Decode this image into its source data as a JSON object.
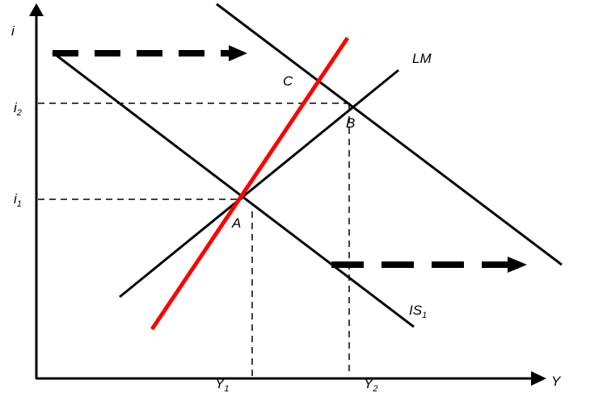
{
  "axes": {
    "y_label": "i",
    "x_label": "Y"
  },
  "levels": {
    "i2": {
      "base": "i",
      "sub": "2"
    },
    "i1": {
      "base": "i",
      "sub": "1"
    },
    "Y1": {
      "base": "Y",
      "sub": "1"
    },
    "Y2": {
      "base": "Y",
      "sub": "2"
    }
  },
  "curves": {
    "lm": "LM",
    "is1": {
      "base": "IS",
      "sub": "1"
    }
  },
  "points": {
    "a": "A",
    "b": "B",
    "c": "C"
  },
  "colors": {
    "line": "#000000",
    "red_line": "#ff0000"
  }
}
